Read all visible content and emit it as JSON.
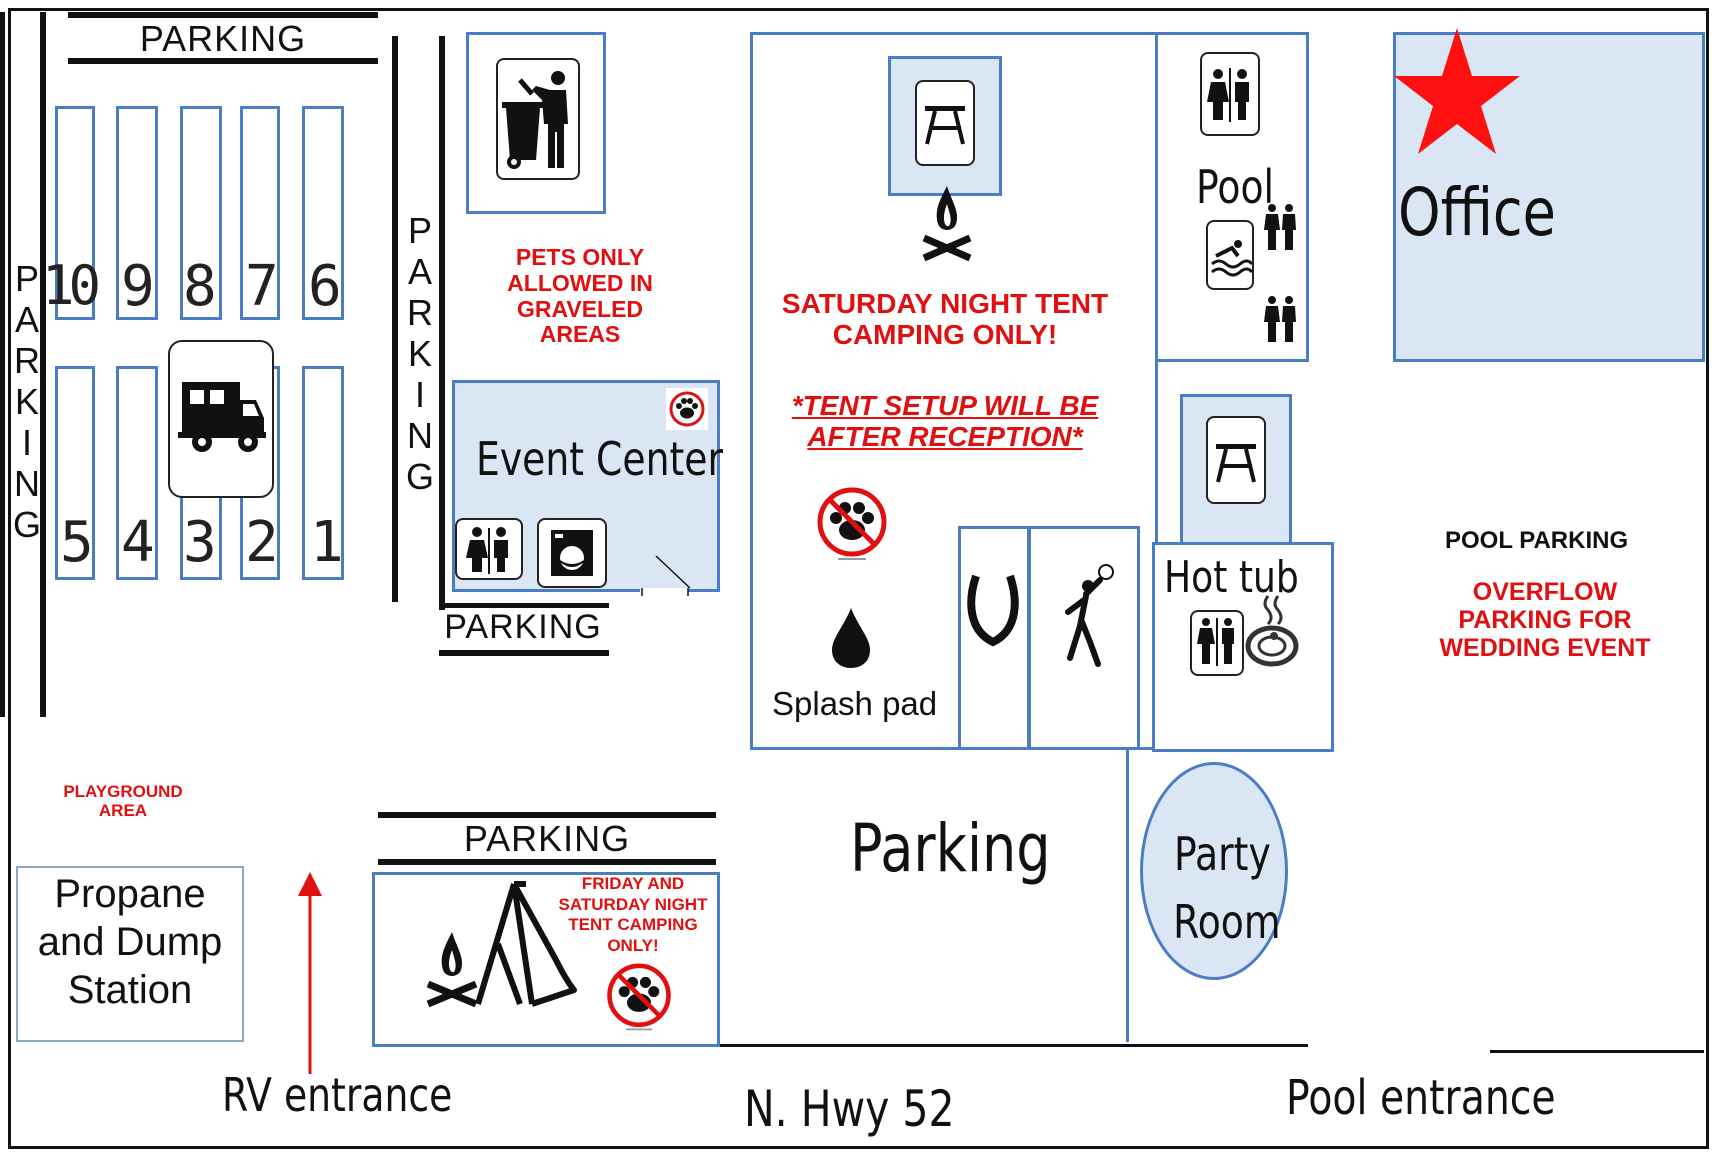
{
  "parking": {
    "top": "PARKING",
    "left_vertical": "PARKING",
    "center_vertical": "PARKING",
    "center_bottom": "PARKING",
    "lower": "PARKING"
  },
  "sites": {
    "top_row": [
      "10",
      "9",
      "8",
      "7",
      "6"
    ],
    "bottom_row": [
      "5",
      "4",
      "3",
      "2",
      "1"
    ]
  },
  "notices": {
    "pets": [
      "PETS ONLY",
      "ALLOWED IN",
      "GRAVELED",
      "AREAS"
    ],
    "saturday_tent": [
      "SATURDAY NIGHT TENT",
      "CAMPING ONLY!"
    ],
    "tent_setup": [
      "*TENT SETUP WILL BE",
      "AFTER RECEPTION*"
    ],
    "friday_saturday": [
      "FRIDAY AND",
      "SATURDAY NIGHT",
      "TENT CAMPING",
      "ONLY!"
    ],
    "overflow": [
      "OVERFLOW",
      "PARKING FOR",
      "WEDDING EVENT"
    ],
    "playground": [
      "PLAYGROUND",
      "AREA"
    ]
  },
  "places": {
    "event_center": "Event Center",
    "pool": "Pool",
    "office": "Office",
    "hot_tub": "Hot tub",
    "splash_pad": "Splash pad",
    "parking_center": "Parking",
    "party_room": [
      "Party",
      "Room"
    ],
    "propane": [
      "Propane",
      "and Dump",
      "Station"
    ],
    "pool_parking": "POOL PARKING"
  },
  "roads": {
    "rv_entrance": "RV entrance",
    "highway": "N. Hwy 52",
    "pool_entrance": "Pool entrance"
  },
  "colors": {
    "accent_red": "#e01010",
    "building_blue": "#4a7dc4",
    "building_fill": "#dbe6f4"
  },
  "icons": [
    "trash-icon",
    "rv-icon",
    "picnic-table-icon",
    "campfire-icon",
    "restroom-icon",
    "swimmer-icon",
    "laundry-icon",
    "no-pets-icon",
    "paw-icon",
    "water-drop-icon",
    "horseshoe-icon",
    "volleyball-icon",
    "hot-tub-icon",
    "tent-icon",
    "star-icon",
    "arrow-up-icon"
  ]
}
